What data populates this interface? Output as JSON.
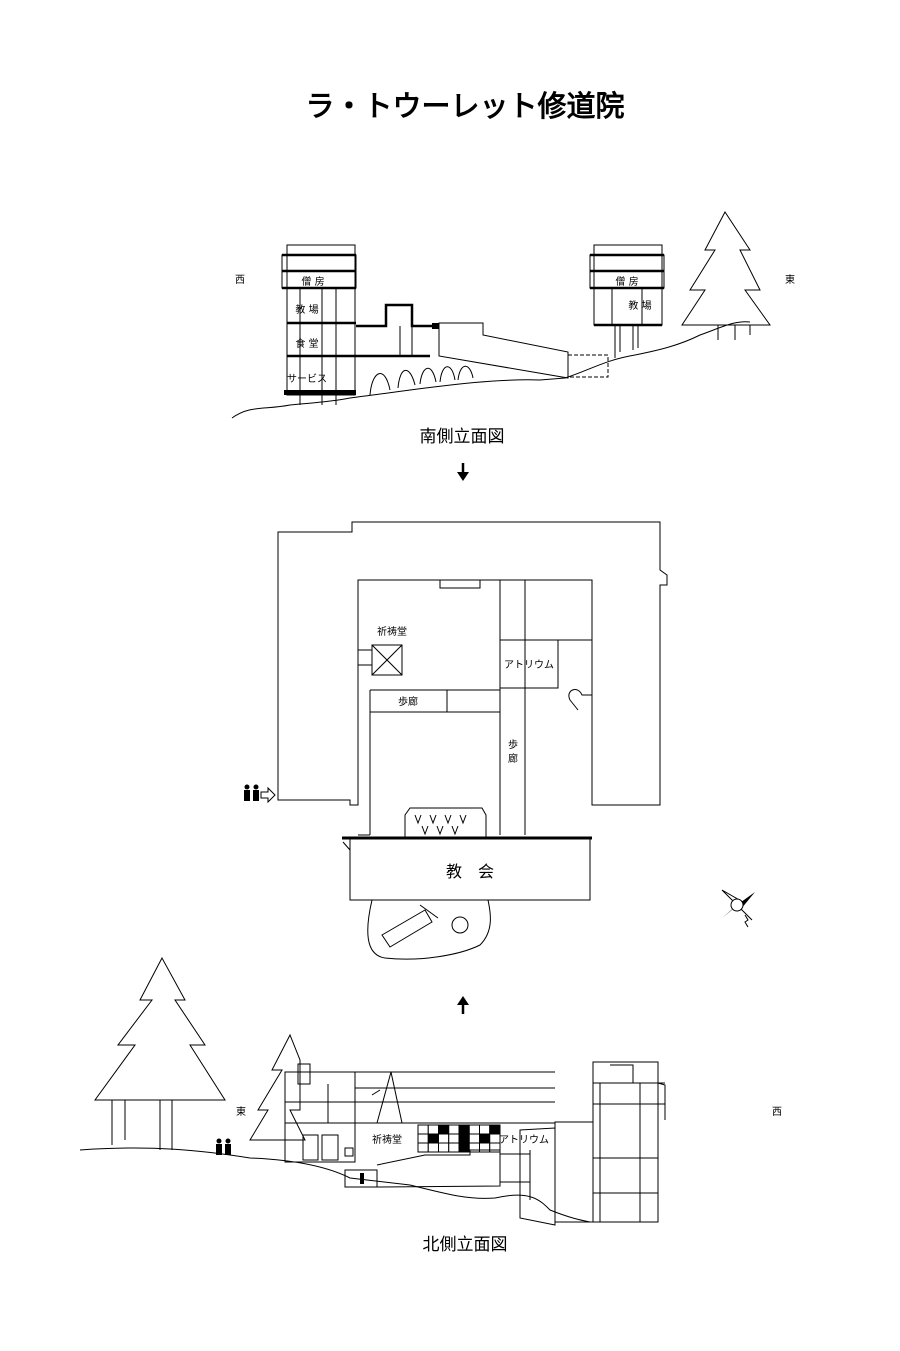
{
  "title": "ラ・トウーレット修道院",
  "south_elevation": {
    "caption": "南側立面図",
    "west": "西",
    "east": "東",
    "left_tower": [
      "僧 房",
      "教 場",
      "食 堂",
      "サービス"
    ],
    "right_tower": [
      "僧 房",
      "教 場"
    ]
  },
  "plan": {
    "oratory": "祈祷堂",
    "atrium": "アトリウム",
    "corridor_h": "歩廊",
    "corridor_v": [
      "歩",
      "廊"
    ],
    "church": "教　会"
  },
  "north_elevation": {
    "caption": "北側立面図",
    "east": "東",
    "west": "西",
    "oratory": "祈祷堂",
    "atrium": "アトリウム",
    "checker_rows": [
      [
        0,
        0,
        1,
        0,
        1,
        0,
        0,
        1
      ],
      [
        0,
        1,
        0,
        0,
        1,
        0,
        1,
        0
      ],
      [
        0,
        0,
        0,
        0,
        1,
        0,
        0,
        0
      ]
    ]
  }
}
